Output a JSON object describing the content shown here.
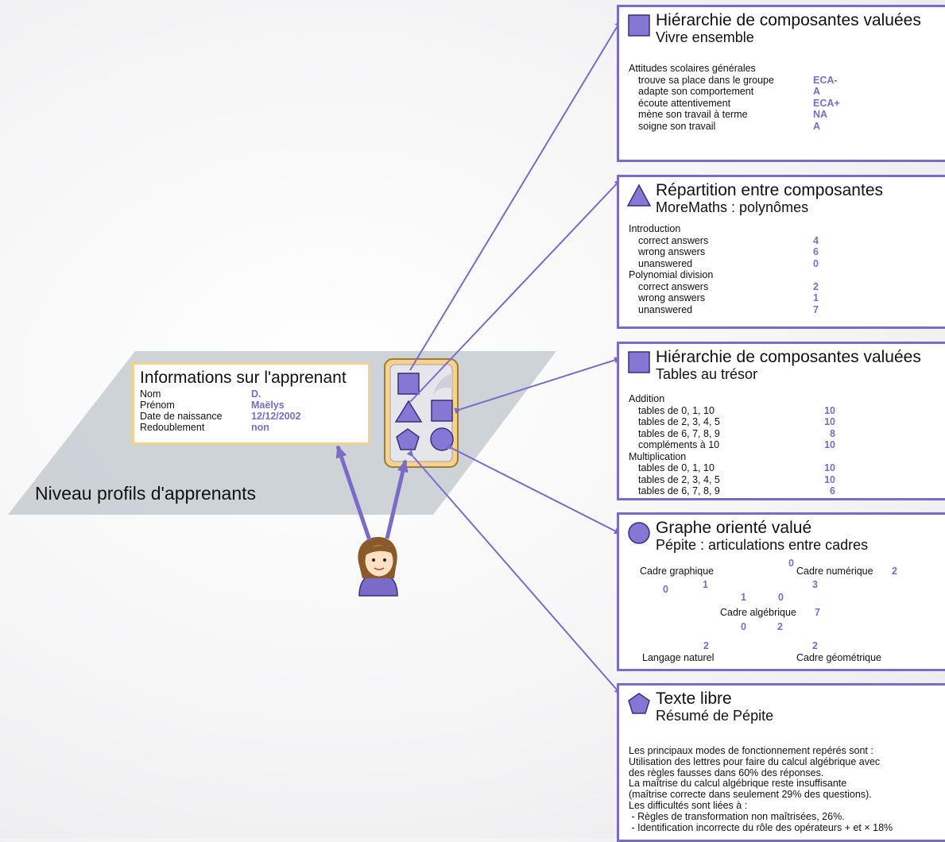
{
  "plane": {
    "label": "Niveau profils d'apprenants"
  },
  "learner_info": {
    "title": "Informations sur l'apprenant",
    "rows": [
      {
        "label": "Nom",
        "value": "D."
      },
      {
        "label": "Prénom",
        "value": "Maëlys"
      },
      {
        "label": "Date de naissance",
        "value": "12/12/2002"
      },
      {
        "label": "Redoublement",
        "value": "non"
      }
    ]
  },
  "panel1": {
    "shape": "square-icon",
    "title": "Hiérarchie de composantes valuées",
    "subtitle": "Vivre ensemble",
    "group": "Attitudes scolaires générales",
    "items": [
      {
        "label": "trouve sa place dans le groupe",
        "value": "ECA-"
      },
      {
        "label": "adapte son comportement",
        "value": "A"
      },
      {
        "label": "écoute attentivement",
        "value": "ECA+"
      },
      {
        "label": "mène son travail à terme",
        "value": "NA"
      },
      {
        "label": "soigne son travail",
        "value": "A"
      }
    ]
  },
  "panel2": {
    "shape": "triangle-icon",
    "title": "Répartition entre composantes",
    "subtitle": "MoreMaths : polynômes",
    "groups": [
      {
        "label": "Introduction",
        "items": [
          {
            "label": "correct answers",
            "value": "4"
          },
          {
            "label": "wrong answers",
            "value": "6"
          },
          {
            "label": "unanswered",
            "value": "0"
          }
        ]
      },
      {
        "label": "Polynomial division",
        "items": [
          {
            "label": "correct answers",
            "value": "2"
          },
          {
            "label": "wrong answers",
            "value": "1"
          },
          {
            "label": "unanswered",
            "value": "7"
          }
        ]
      }
    ]
  },
  "panel3": {
    "shape": "square-icon",
    "title": "Hiérarchie de composantes valuées",
    "subtitle": "Tables au trésor",
    "groups": [
      {
        "label": "Addition",
        "items": [
          {
            "label": "tables de 0, 1, 10",
            "value": "10"
          },
          {
            "label": "tables de 2, 3, 4, 5",
            "value": "10"
          },
          {
            "label": "tables de 6, 7, 8, 9",
            "value": "8"
          },
          {
            "label": "compléments à 10",
            "value": "10"
          }
        ]
      },
      {
        "label": "Multiplication",
        "items": [
          {
            "label": "tables de 0, 1, 10",
            "value": "10"
          },
          {
            "label": "tables de 2, 3, 4, 5",
            "value": "10"
          },
          {
            "label": "tables de 6, 7, 8, 9",
            "value": "6"
          }
        ]
      }
    ]
  },
  "panel4": {
    "shape": "circle-icon",
    "title": "Graphe orienté valué",
    "subtitle": "Pépite : articulations entre cadres",
    "nodes": {
      "graphique": "Cadre graphique",
      "numerique": "Cadre numérique",
      "numerique_value": "2",
      "algebrique": "Cadre algébrique",
      "algebrique_value": "7",
      "naturel": "Langage naturel",
      "geometrique": "Cadre géométrique"
    },
    "edge_values": {
      "graph_num": "0",
      "nat_graph": "0",
      "graph_alg_near_graph": "1",
      "graph_alg_near_alg": "1",
      "num_alg_near_alg": "0",
      "num_alg_near_num": "3",
      "alg_nat_near_alg": "0",
      "alg_nat_near_nat": "2",
      "alg_geo_near_alg": "2",
      "alg_geo_near_geo": "2"
    }
  },
  "panel5": {
    "shape": "pentagon-icon",
    "title": "Texte libre",
    "subtitle": "Résumé de Pépite",
    "lines": [
      "Les principaux modes de fonctionnement repérés sont :",
      "Utilisation des lettres pour faire du calcul algébrique avec",
      "des règles fausses dans 60% des réponses.",
      "La maîtrise du calcul algébrique reste insuffisante",
      "(maîtrise correcte dans seulement 29% des questions).",
      "Les difficultés sont liées à :",
      " - Règles de transformation non maîtrisées, 26%.",
      " - Identification incorrecte du rôle des opérateurs + et × 18%"
    ]
  },
  "colors": {
    "accent": "#7b6bc9",
    "shape_fill": "#8478d4",
    "plane": "#c4cbd0",
    "info_border": "#f4d08a"
  }
}
